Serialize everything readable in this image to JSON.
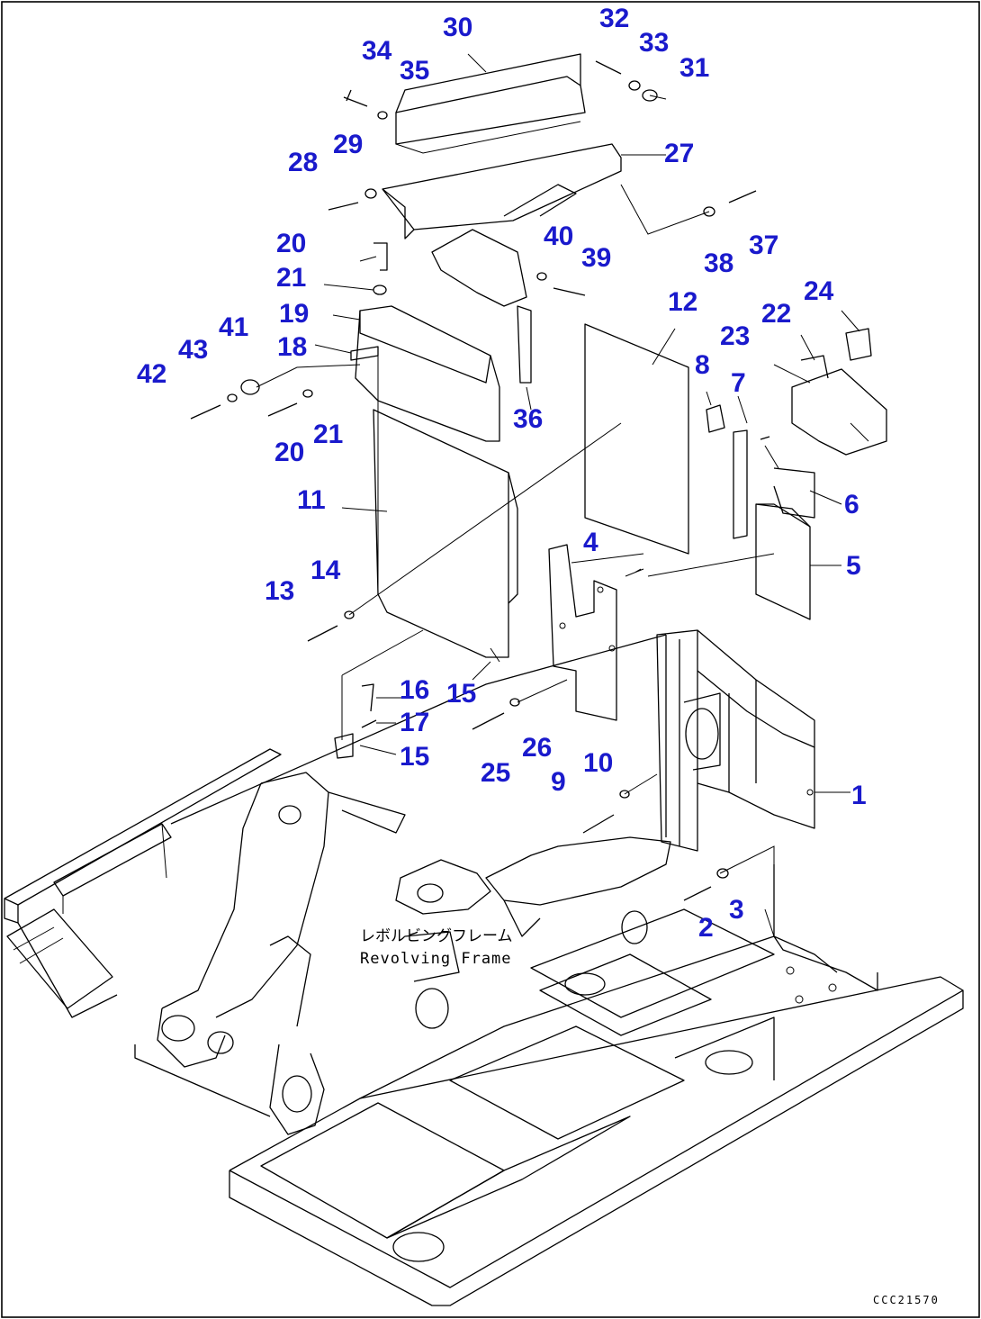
{
  "frame_label_jp": "レボルビングフレーム",
  "frame_label_en": "Revolving Frame",
  "drawing_code": "CCC21570",
  "part_numbers": {
    "p1": "1",
    "p2": "2",
    "p3": "3",
    "p4": "4",
    "p5": "5",
    "p6": "6",
    "p7": "7",
    "p8": "8",
    "p9": "9",
    "p10": "10",
    "p11": "11",
    "p12": "12",
    "p13": "13",
    "p14": "14",
    "p15a": "15",
    "p15b": "15",
    "p16": "16",
    "p17": "17",
    "p18": "18",
    "p19": "19",
    "p20a": "20",
    "p20b": "20",
    "p21a": "21",
    "p21b": "21",
    "p22": "22",
    "p23": "23",
    "p24": "24",
    "p25": "25",
    "p26": "26",
    "p27": "27",
    "p28": "28",
    "p29": "29",
    "p30": "30",
    "p31": "31",
    "p32": "32",
    "p33": "33",
    "p34": "34",
    "p35": "35",
    "p36": "36",
    "p37": "37",
    "p38": "38",
    "p39": "39",
    "p40": "40",
    "p41": "41",
    "p42": "42",
    "p43": "43"
  },
  "colors": {
    "callout": "#1a1acc",
    "line": "#000000"
  }
}
